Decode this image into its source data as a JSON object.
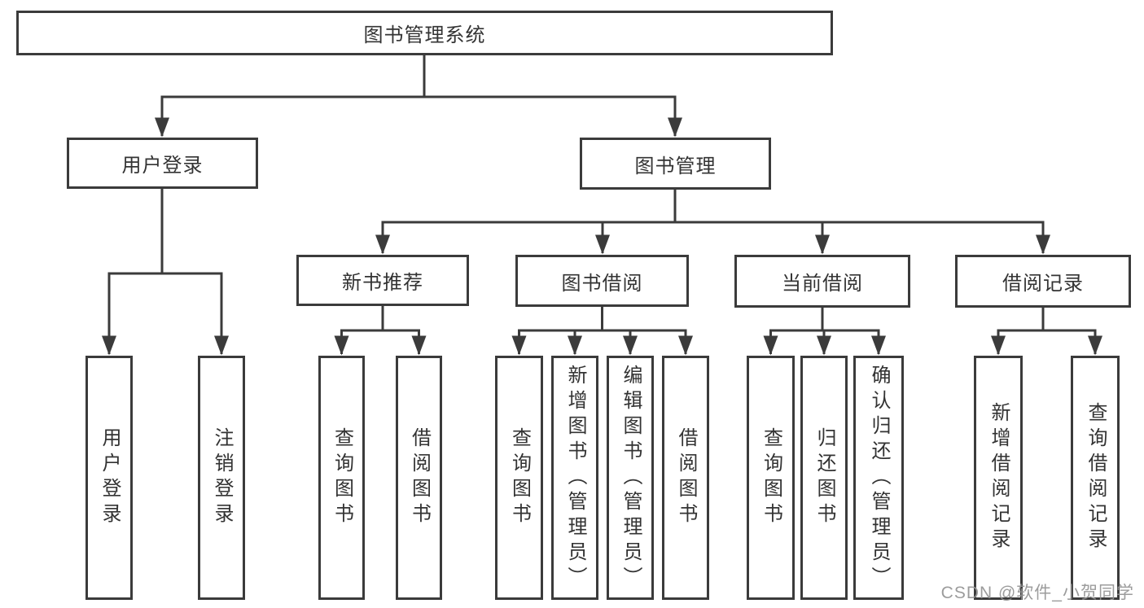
{
  "diagram": {
    "root": {
      "label": "图书管理系统"
    },
    "branches": [
      {
        "label": "用户登录",
        "children": [
          {
            "label": "用户登录"
          },
          {
            "label": "注销登录"
          }
        ]
      },
      {
        "label": "图书管理",
        "children": [
          {
            "label": "新书推荐",
            "children": [
              {
                "label": "查询图书"
              },
              {
                "label": "借阅图书"
              }
            ]
          },
          {
            "label": "图书借阅",
            "children": [
              {
                "label": "查询图书"
              },
              {
                "label": "新增图书（管理员）"
              },
              {
                "label": "编辑图书（管理员）"
              },
              {
                "label": "借阅图书"
              }
            ]
          },
          {
            "label": "当前借阅",
            "children": [
              {
                "label": "查询图书"
              },
              {
                "label": "归还图书"
              },
              {
                "label": "确认归还（管理员）"
              }
            ]
          },
          {
            "label": "借阅记录",
            "children": [
              {
                "label": "新增借阅记录"
              },
              {
                "label": "查询借阅记录"
              }
            ]
          }
        ]
      }
    ],
    "watermark": "CSDN @软件_小贺同学",
    "colors": {
      "line": "#3b3b3b",
      "text": "#333333",
      "watermark": "#949494",
      "background": "#ffffff"
    }
  }
}
